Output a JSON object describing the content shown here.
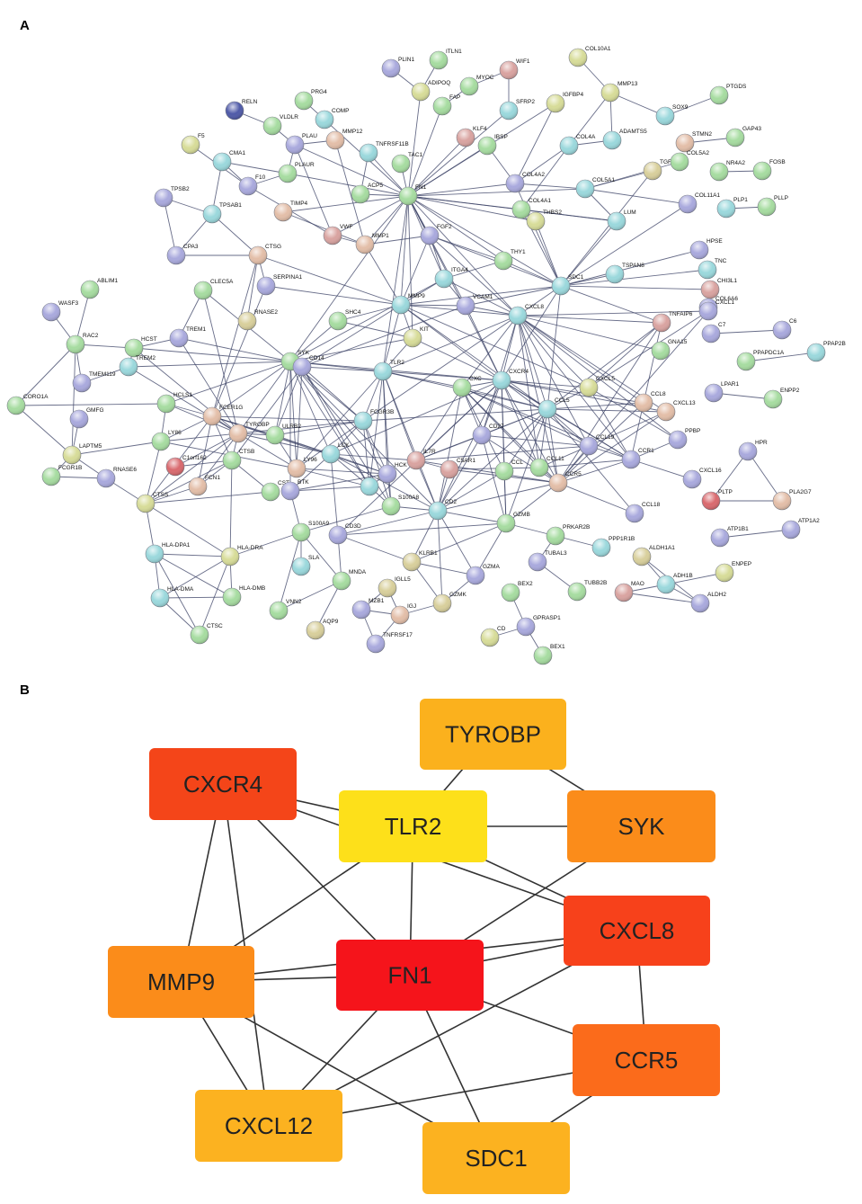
{
  "panels": {
    "a_label": "A",
    "b_label": "B"
  },
  "palette": {
    "green": "#a6dca0",
    "cyan": "#9ad8dc",
    "blue": "#a9a9dd",
    "peach": "#e3bea8",
    "tan": "#d8cf9b",
    "yellow": "#d7dc98",
    "red": "#d9696e",
    "navy": "#4f5aa8",
    "pink": "#d9a3a0",
    "edge": "#3c4266"
  },
  "network_a": {
    "nodes": [
      {
        "id": "PLIN1",
        "c": "blue"
      },
      {
        "id": "ITLN1",
        "c": "green"
      },
      {
        "id": "ADIPOQ",
        "c": "yellow"
      },
      {
        "id": "MYOC",
        "c": "green"
      },
      {
        "id": "WIF1",
        "c": "pink"
      },
      {
        "id": "COL10A1",
        "c": "yellow"
      },
      {
        "id": "MMP13",
        "c": "yellow"
      },
      {
        "id": "PTGDS",
        "c": "green"
      },
      {
        "id": "SOX9",
        "c": "cyan"
      },
      {
        "id": "FAP",
        "c": "green"
      },
      {
        "id": "SFRP2",
        "c": "cyan"
      },
      {
        "id": "IGFBP4",
        "c": "yellow"
      },
      {
        "id": "RELN",
        "c": "navy"
      },
      {
        "id": "PRG4",
        "c": "green"
      },
      {
        "id": "COMP",
        "c": "cyan"
      },
      {
        "id": "VLDLR",
        "c": "green"
      },
      {
        "id": "MMP12",
        "c": "peach"
      },
      {
        "id": "PLAU",
        "c": "blue"
      },
      {
        "id": "TNFRSF11B",
        "c": "cyan"
      },
      {
        "id": "KLF4",
        "c": "pink"
      },
      {
        "id": "IBSP",
        "c": "green"
      },
      {
        "id": "COL4A",
        "c": "cyan"
      },
      {
        "id": "ADAMTS5",
        "c": "cyan"
      },
      {
        "id": "STMN2",
        "c": "peach"
      },
      {
        "id": "GAP43",
        "c": "green"
      },
      {
        "id": "F5",
        "c": "yellow"
      },
      {
        "id": "CMA1",
        "c": "cyan"
      },
      {
        "id": "PLAUR",
        "c": "green"
      },
      {
        "id": "F10",
        "c": "blue"
      },
      {
        "id": "TAC1",
        "c": "green"
      },
      {
        "id": "ACP5",
        "c": "green"
      },
      {
        "id": "FN1",
        "c": "green"
      },
      {
        "id": "COL4A2",
        "c": "blue"
      },
      {
        "id": "COL5A1",
        "c": "cyan"
      },
      {
        "id": "TGFBI",
        "c": "tan"
      },
      {
        "id": "COL5A2",
        "c": "green"
      },
      {
        "id": "NR4A2",
        "c": "green"
      },
      {
        "id": "FOSB",
        "c": "green"
      },
      {
        "id": "TPSB2",
        "c": "blue"
      },
      {
        "id": "TPSAB1",
        "c": "cyan"
      },
      {
        "id": "TIMP4",
        "c": "peach"
      },
      {
        "id": "VWF",
        "c": "pink"
      },
      {
        "id": "MMP1",
        "c": "peach"
      },
      {
        "id": "FGF2",
        "c": "blue"
      },
      {
        "id": "COL4A1",
        "c": "green"
      },
      {
        "id": "THBS2",
        "c": "yellow"
      },
      {
        "id": "LUM",
        "c": "cyan"
      },
      {
        "id": "COL11A1",
        "c": "blue"
      },
      {
        "id": "PLP1",
        "c": "cyan"
      },
      {
        "id": "PLLP",
        "c": "green"
      },
      {
        "id": "CPA3",
        "c": "blue"
      },
      {
        "id": "CTSG",
        "c": "peach"
      },
      {
        "id": "THY1",
        "c": "green"
      },
      {
        "id": "HPSE",
        "c": "blue"
      },
      {
        "id": "TNC",
        "c": "cyan"
      },
      {
        "id": "SERPINA1",
        "c": "blue"
      },
      {
        "id": "ITGA4",
        "c": "cyan"
      },
      {
        "id": "SDC1",
        "c": "cyan"
      },
      {
        "id": "TSPAN8",
        "c": "cyan"
      },
      {
        "id": "CHI3L1",
        "c": "pink"
      },
      {
        "id": "ABLIM1",
        "c": "green"
      },
      {
        "id": "CLEC5A",
        "c": "green"
      },
      {
        "id": "COL6A6",
        "c": "blue"
      },
      {
        "id": "WASF3",
        "c": "blue"
      },
      {
        "id": "RNASE2",
        "c": "tan"
      },
      {
        "id": "MMP9",
        "c": "cyan"
      },
      {
        "id": "VCAM1",
        "c": "blue"
      },
      {
        "id": "SHC4",
        "c": "green"
      },
      {
        "id": "CXCL8",
        "c": "cyan"
      },
      {
        "id": "TNFAIP6",
        "c": "pink"
      },
      {
        "id": "CXCL1",
        "c": "blue"
      },
      {
        "id": "C6",
        "c": "blue"
      },
      {
        "id": "RAC2",
        "c": "green"
      },
      {
        "id": "TREM1",
        "c": "blue"
      },
      {
        "id": "KIT",
        "c": "yellow"
      },
      {
        "id": "C7",
        "c": "blue"
      },
      {
        "id": "HCST",
        "c": "green"
      },
      {
        "id": "PPAPDC1A",
        "c": "green"
      },
      {
        "id": "PPAP2B",
        "c": "cyan"
      },
      {
        "id": "TREM2",
        "c": "cyan"
      },
      {
        "id": "SYK",
        "c": "green"
      },
      {
        "id": "CD14",
        "c": "blue"
      },
      {
        "id": "GNA15",
        "c": "green"
      },
      {
        "id": "TMEM119",
        "c": "blue"
      },
      {
        "id": "TLR2",
        "c": "cyan"
      },
      {
        "id": "CXCR4",
        "c": "cyan"
      },
      {
        "id": "CXCL5",
        "c": "yellow"
      },
      {
        "id": "LPAR1",
        "c": "blue"
      },
      {
        "id": "ENPP2",
        "c": "green"
      },
      {
        "id": "CORO1A",
        "c": "green"
      },
      {
        "id": "HCLS1",
        "c": "green"
      },
      {
        "id": "CXC",
        "c": "green"
      },
      {
        "id": "CCL8",
        "c": "peach"
      },
      {
        "id": "GMFG",
        "c": "blue"
      },
      {
        "id": "FCER1G",
        "c": "peach"
      },
      {
        "id": "CCL5",
        "c": "cyan"
      },
      {
        "id": "CXCL13",
        "c": "peach"
      },
      {
        "id": "LY86",
        "c": "green"
      },
      {
        "id": "TYROBP",
        "c": "peach"
      },
      {
        "id": "ULRB2",
        "c": "green"
      },
      {
        "id": "FCGR3B",
        "c": "cyan"
      },
      {
        "id": "CD27",
        "c": "blue"
      },
      {
        "id": "PPBP",
        "c": "blue"
      },
      {
        "id": "LAPTM5",
        "c": "yellow"
      },
      {
        "id": "CCL19",
        "c": "blue"
      },
      {
        "id": "HPR",
        "c": "blue"
      },
      {
        "id": "FCGR1B",
        "c": "green"
      },
      {
        "id": "C1orf162",
        "c": "red"
      },
      {
        "id": "CTSB",
        "c": "green"
      },
      {
        "id": "LCK",
        "c": "cyan"
      },
      {
        "id": "IL7R",
        "c": "pink"
      },
      {
        "id": "CCR1",
        "c": "blue"
      },
      {
        "id": "RNASE6",
        "c": "blue"
      },
      {
        "id": "FCN1",
        "c": "peach"
      },
      {
        "id": "LY96",
        "c": "peach"
      },
      {
        "id": "C5AR1",
        "c": "pink"
      },
      {
        "id": "CCL11",
        "c": "green"
      },
      {
        "id": "CCR5",
        "c": "peach"
      },
      {
        "id": "CXCL16",
        "c": "blue"
      },
      {
        "id": "CTSS",
        "c": "yellow"
      },
      {
        "id": "CST",
        "c": "green"
      },
      {
        "id": "BTK",
        "c": "blue"
      },
      {
        "id": "TLR8",
        "c": "cyan"
      },
      {
        "id": "HCK",
        "c": "blue"
      },
      {
        "id": "CCL",
        "c": "green"
      },
      {
        "id": "PLTP",
        "c": "red"
      },
      {
        "id": "PLA2G7",
        "c": "peach"
      },
      {
        "id": "S100A8",
        "c": "green"
      },
      {
        "id": "CD2",
        "c": "cyan"
      },
      {
        "id": "CCL18",
        "c": "blue"
      },
      {
        "id": "HLA-DPA1",
        "c": "cyan"
      },
      {
        "id": "HLA-DRA",
        "c": "yellow"
      },
      {
        "id": "S100A9",
        "c": "green"
      },
      {
        "id": "CD3D",
        "c": "blue"
      },
      {
        "id": "GZMB",
        "c": "green"
      },
      {
        "id": "PRKAR2B",
        "c": "green"
      },
      {
        "id": "ATP1B1",
        "c": "blue"
      },
      {
        "id": "ATP1A2",
        "c": "blue"
      },
      {
        "id": "PPP1R1B",
        "c": "cyan"
      },
      {
        "id": "TUBAL3",
        "c": "blue"
      },
      {
        "id": "ALDH1A1",
        "c": "tan"
      },
      {
        "id": "KLRB1",
        "c": "tan"
      },
      {
        "id": "SLA",
        "c": "cyan"
      },
      {
        "id": "MNDA",
        "c": "green"
      },
      {
        "id": "GZMA",
        "c": "blue"
      },
      {
        "id": "ENPEP",
        "c": "yellow"
      },
      {
        "id": "HLA-DMA",
        "c": "cyan"
      },
      {
        "id": "HLA-DMB",
        "c": "green"
      },
      {
        "id": "IGLL5",
        "c": "tan"
      },
      {
        "id": "BEX2",
        "c": "green"
      },
      {
        "id": "TUBB2B",
        "c": "green"
      },
      {
        "id": "ADH1B",
        "c": "cyan"
      },
      {
        "id": "MAO",
        "c": "pink"
      },
      {
        "id": "ALDH2",
        "c": "blue"
      },
      {
        "id": "VNN2",
        "c": "green"
      },
      {
        "id": "MZB1",
        "c": "blue"
      },
      {
        "id": "IGJ",
        "c": "peach"
      },
      {
        "id": "GZMK",
        "c": "tan"
      },
      {
        "id": "GPRASP1",
        "c": "blue"
      },
      {
        "id": "CTSC",
        "c": "green"
      },
      {
        "id": "AQP9",
        "c": "tan"
      },
      {
        "id": "CD",
        "c": "yellow"
      },
      {
        "id": "TNFRSF17",
        "c": "blue"
      },
      {
        "id": "BEX1",
        "c": "green"
      }
    ]
  },
  "network_b": {
    "nodes": [
      {
        "id": "TYROBP",
        "color": "#fbb11d"
      },
      {
        "id": "CXCR4",
        "color": "#f44519"
      },
      {
        "id": "TLR2",
        "color": "#fde01a"
      },
      {
        "id": "SYK",
        "color": "#fb8c1a"
      },
      {
        "id": "CXCL8",
        "color": "#f7411b"
      },
      {
        "id": "MMP9",
        "color": "#fb8c1a"
      },
      {
        "id": "FN1",
        "color": "#f5141b"
      },
      {
        "id": "CCR5",
        "color": "#fb6b1b"
      },
      {
        "id": "CXCL12",
        "color": "#fcb220"
      },
      {
        "id": "SDC1",
        "color": "#fcb220"
      }
    ],
    "edges": [
      [
        "TYROBP",
        "TLR2"
      ],
      [
        "TYROBP",
        "SYK"
      ],
      [
        "CXCR4",
        "TLR2"
      ],
      [
        "CXCR4",
        "MMP9"
      ],
      [
        "CXCR4",
        "FN1"
      ],
      [
        "CXCR4",
        "CXCL8"
      ],
      [
        "CXCR4",
        "CXCL12"
      ],
      [
        "TLR2",
        "SYK"
      ],
      [
        "TLR2",
        "MMP9"
      ],
      [
        "TLR2",
        "FN1"
      ],
      [
        "TLR2",
        "CXCL8"
      ],
      [
        "SYK",
        "FN1"
      ],
      [
        "CXCL8",
        "FN1"
      ],
      [
        "CXCL8",
        "CCR5"
      ],
      [
        "CXCL8",
        "CXCL12"
      ],
      [
        "CXCL8",
        "MMP9"
      ],
      [
        "MMP9",
        "FN1"
      ],
      [
        "MMP9",
        "CXCL12"
      ],
      [
        "MMP9",
        "SDC1"
      ],
      [
        "FN1",
        "CCR5"
      ],
      [
        "FN1",
        "CXCL12"
      ],
      [
        "FN1",
        "SDC1"
      ],
      [
        "CCR5",
        "CXCL12"
      ],
      [
        "CCR5",
        "SDC1"
      ]
    ]
  }
}
